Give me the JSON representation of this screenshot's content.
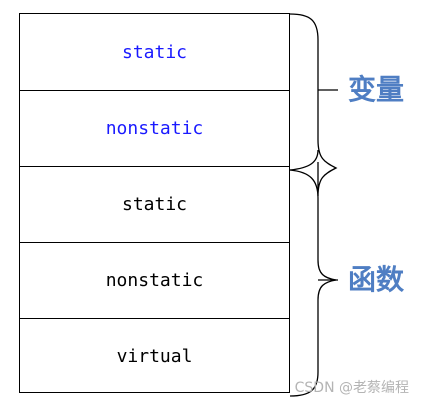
{
  "cells": [
    {
      "label": "static"
    },
    {
      "label": "nonstatic"
    },
    {
      "label": "static"
    },
    {
      "label": "nonstatic"
    },
    {
      "label": "virtual"
    }
  ],
  "groups": [
    {
      "label": "变量"
    },
    {
      "label": "函数"
    }
  ],
  "watermark": "CSDN @老蔡编程",
  "colors": {
    "variable_text": "#1a1aff",
    "function_text": "#000000",
    "group_label": "#4f7ec3",
    "border": "#000000",
    "brace": "#000000",
    "watermark": "#b4b4b4"
  }
}
